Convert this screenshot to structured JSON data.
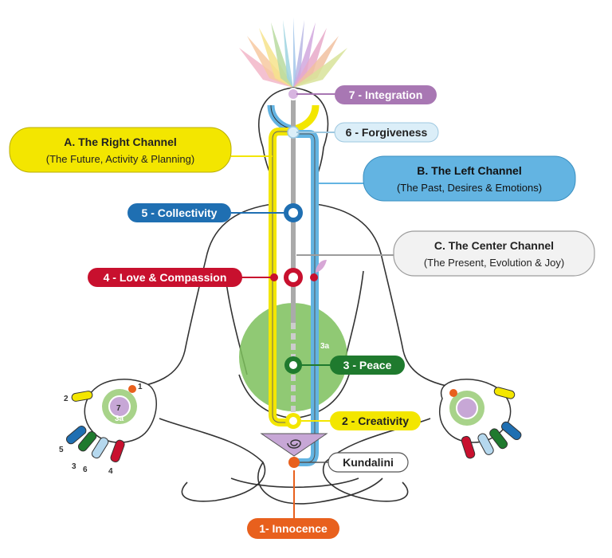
{
  "colors": {
    "yellow": "#f3e600",
    "blue": "#63b4e2",
    "grey": "#9c9c9c",
    "purple": "#a877b3",
    "red": "#c8102e",
    "green": "#1f7a2e",
    "orange": "#e8601d",
    "dark_blue": "#1f6fb2",
    "light_green": "#a8d38a"
  },
  "channels": {
    "right": {
      "title": "A. The Right Channel",
      "subtitle": "(The Future, Activity & Planning)"
    },
    "left": {
      "title": "B. The Left Channel",
      "subtitle": "(The Past, Desires & Emotions)"
    },
    "center": {
      "title": "C. The Center Channel",
      "subtitle": "(The Present, Evolution & Joy)"
    }
  },
  "chakras": {
    "c7": "7 - Integration",
    "c6": "6 - Forgiveness",
    "c5": "5 - Collectivity",
    "c4": "4 - Love & Compassion",
    "c3": "3 - Peace",
    "c2": "2 - Creativity",
    "kundalini": "Kundalini",
    "c1": "1- Innocence"
  },
  "markers": {
    "void": "3a",
    "palm_center": "7",
    "palm_3a": "3a",
    "finger_1": "1",
    "finger_2": "2",
    "finger_3": "3",
    "finger_4": "4",
    "finger_5": "5",
    "finger_6": "6"
  }
}
